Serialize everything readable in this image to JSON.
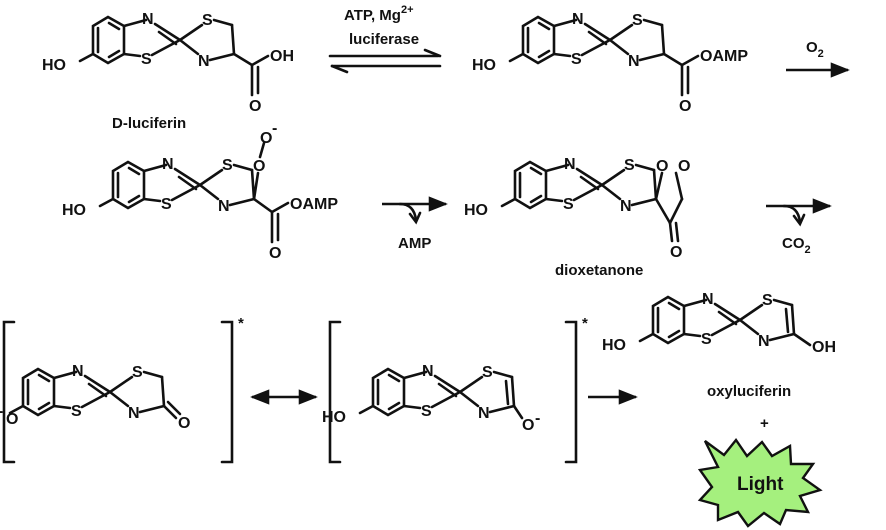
{
  "row1": {
    "reagent_top": "ATP, Mg",
    "reagent_top_sup": "2+",
    "reagent_bottom": "luciferase",
    "oxygen": "O",
    "oxygen_sub": "2",
    "dluciferin_label": "D-luciferin",
    "acid_group": "OH",
    "amp_ester": "OAMP"
  },
  "row2": {
    "amp_ester": "OAMP",
    "amp_leaving": "AMP",
    "co2": "CO",
    "co2_sub": "2",
    "dioxetanone_label": "dioxetanone"
  },
  "row3": {
    "star": "*",
    "oxyluciferin_label": "oxyluciferin",
    "plus": "+",
    "light": "Light"
  },
  "atoms": {
    "n": "N",
    "s": "S",
    "o": "O",
    "oh": "OH",
    "ho": "HO",
    "o_minus": "O",
    "minus": "-"
  },
  "colors": {
    "light_fill": "#a5f07e",
    "ink": "#111111"
  }
}
